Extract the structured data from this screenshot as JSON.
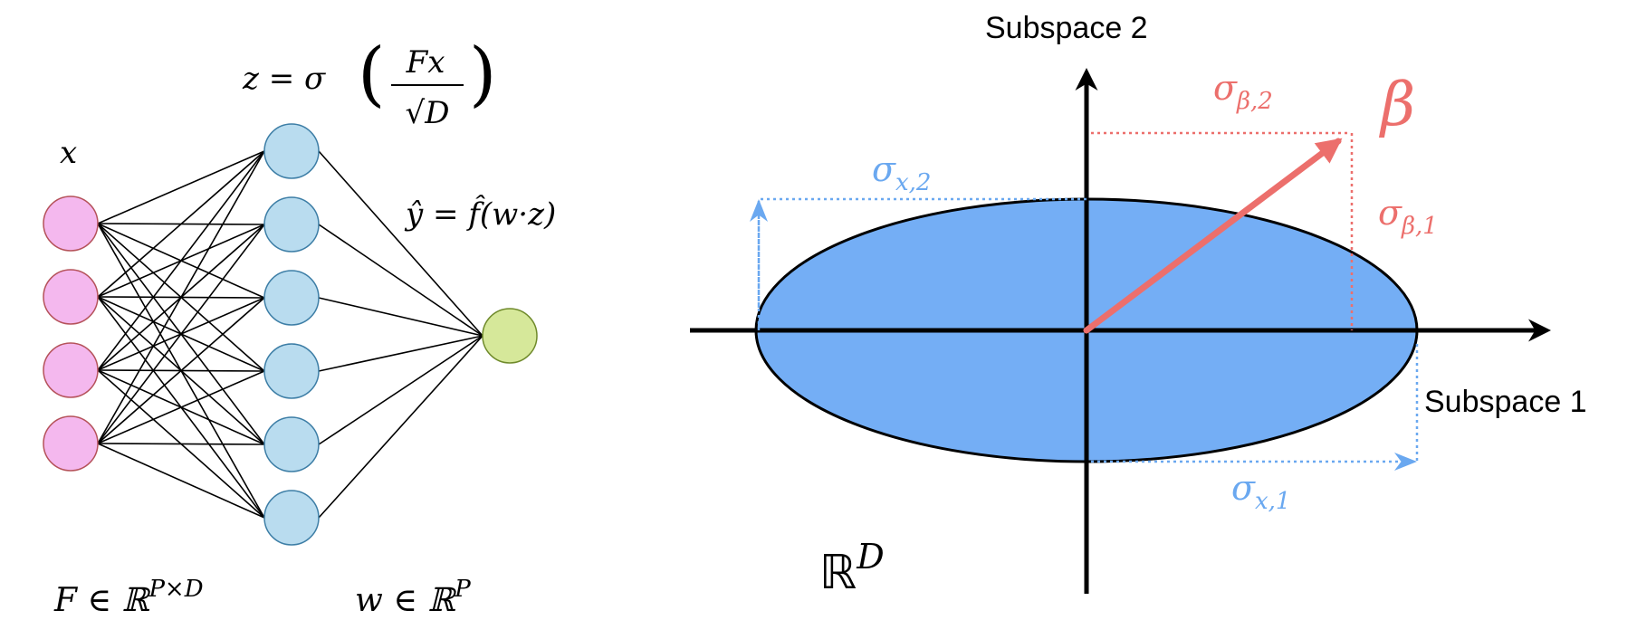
{
  "network": {
    "input_label": "x",
    "hidden_eq": {
      "prefix": "z = σ",
      "num": "Fx",
      "den": "√D"
    },
    "output_eq": "ŷ = f̂(w·z)",
    "F_label": {
      "base": "F ∈ ℝ",
      "sup": "P×D"
    },
    "w_label": {
      "base": "w ∈ ℝ",
      "sup": "P"
    },
    "input_count": 4,
    "hidden_count": 6,
    "output_count": 1,
    "colors": {
      "input_fill": "#f4b8ee",
      "input_stroke": "#b5525a",
      "hidden_fill": "#b9dcef",
      "hidden_stroke": "#3d7ea6",
      "output_fill": "#d6e89a",
      "output_stroke": "#6f8a2b",
      "edge": "#000000"
    }
  },
  "subspace": {
    "y_axis_label": "Subspace 2",
    "x_axis_label": "Subspace 1",
    "space_label": {
      "base": "ℝ",
      "sup": "D"
    },
    "beta_label": "β",
    "sigma_beta_2": {
      "base": "σ",
      "sub": "β,2"
    },
    "sigma_beta_1": {
      "base": "σ",
      "sub": "β,1"
    },
    "sigma_x_2": {
      "base": "σ",
      "sub": "x,2"
    },
    "sigma_x_1": {
      "base": "σ",
      "sub": "x,1"
    },
    "colors": {
      "ellipse_fill": "#74aef5",
      "ellipse_stroke": "#000000",
      "beta": "#ec6f6c",
      "sigma_x": "#6aa8f0",
      "axis": "#000000"
    }
  }
}
